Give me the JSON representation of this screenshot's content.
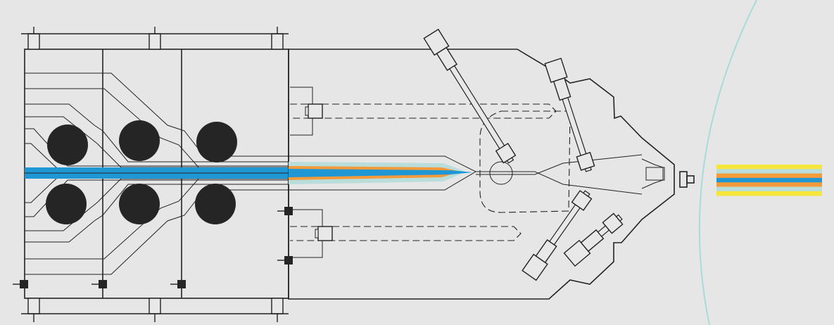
{
  "colors": {
    "background": "#e6e6e6",
    "steel": "#e8e8e8",
    "outline": "#222222",
    "hatch": "#bdbdbd",
    "layer_outer": "#f6e53a",
    "layer_middle": "#b9dddb",
    "layer_inner": "#f39a3a",
    "layer_core": "#1e97d4",
    "heater": "#252525",
    "arc": "#a8dcd6"
  },
  "diagram": {
    "type": "coextrusion-die-cross-section",
    "stream_order_outer_to_core": [
      "layer_outer",
      "layer_middle",
      "layer_inner",
      "layer_core"
    ],
    "heater_count": 6,
    "adjusting_bolt_count": 4,
    "output_film_stripes": [
      "layer_outer",
      "layer_middle",
      "layer_inner",
      "layer_core",
      "layer_inner",
      "layer_middle",
      "layer_outer"
    ]
  }
}
